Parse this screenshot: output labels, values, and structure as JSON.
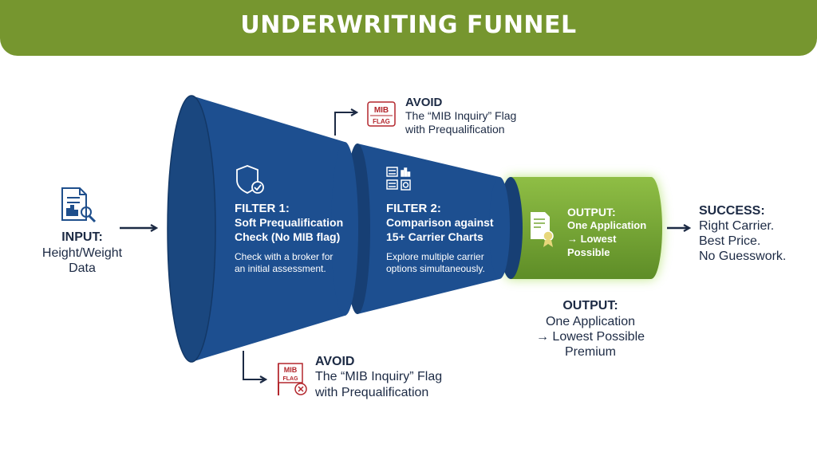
{
  "banner": {
    "title": "UNDERWRITING FUNNEL"
  },
  "input": {
    "heading": "INPUT:",
    "line1": "Height/Weight",
    "line2": "Data"
  },
  "filter1": {
    "heading": "FILTER 1:",
    "title_line1": "Soft Prequalification",
    "title_line2": "Check (No MIB flag)",
    "desc_line1": "Check with a broker for",
    "desc_line2": "an initial assessment."
  },
  "filter2": {
    "heading": "FILTER 2:",
    "title_line1": "Comparison against",
    "title_line2": "15+ Carrier Charts",
    "desc_line1": "Explore multiple carrier",
    "desc_line2": "options simultaneously."
  },
  "output_inner": {
    "heading": "OUTPUT:",
    "line1": "One Application",
    "line2": "→ Lowest",
    "line3": "Possible"
  },
  "output_below": {
    "heading": "OUTPUT:",
    "line1": "One Application",
    "line2": "→ Lowest Possible",
    "line3": "Premium"
  },
  "success": {
    "heading": "SUCCESS:",
    "line1": "Right Carrier.",
    "line2": "Best Price.",
    "line3": "No Guesswork."
  },
  "avoid_top": {
    "heading": "AVOID",
    "line1": "The “MIB Inquiry” Flag",
    "line2": "with Prequalification",
    "badge_line1": "MIB",
    "badge_line2": "FLAG"
  },
  "avoid_bottom": {
    "heading": "AVOID",
    "line1": "The “MIB Inquiry” Flag",
    "line2": "with Prequalification",
    "badge_line1": "MIB",
    "badge_line2": "FLAG"
  },
  "colors": {
    "banner": "#76962f",
    "funnel_blue": "#1d4f90",
    "funnel_dark": "#173f74",
    "output_green": "#76a734",
    "text_dark": "#1c2a44",
    "avoid_red": "#b3272d"
  },
  "icons": [
    "document-chart-search-icon",
    "shield-check-icon",
    "charts-icon",
    "certificate-icon",
    "mib-flag-icon",
    "arrow-right-icon"
  ]
}
